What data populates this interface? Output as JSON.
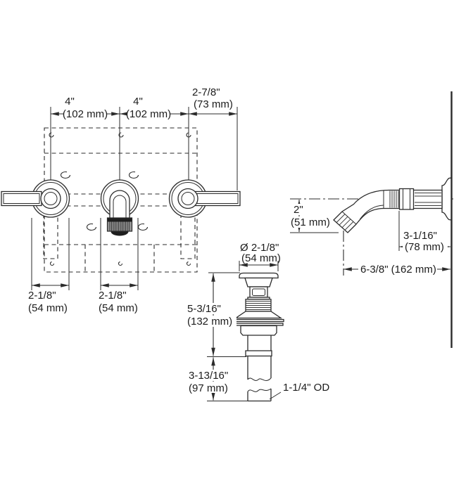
{
  "drawing": {
    "front_view": {
      "dim_spacing_left": {
        "in": "4\"",
        "mm": "(102 mm)"
      },
      "dim_spacing_right": {
        "in": "4\"",
        "mm": "(102 mm)"
      },
      "dim_handle_reach": {
        "in": "2-7/8\"",
        "mm": "(73 mm)"
      },
      "dim_escutcheon_left": {
        "in": "2-1/8\"",
        "mm": "(54 mm)"
      },
      "dim_escutcheon_center": {
        "in": "2-1/8\"",
        "mm": "(54 mm)"
      }
    },
    "side_view": {
      "dim_spout_drop": {
        "in": "2\"",
        "mm": "(51 mm)"
      },
      "dim_wall_to_joint": {
        "in": "3-1/16\"",
        "mm": "(78 mm)"
      },
      "dim_spout_reach": {
        "combined": "6-3/8\" (162 mm)"
      }
    },
    "drain_view": {
      "dim_flange_diameter": {
        "in": "Ø 2-1/8\"",
        "mm": "(54 mm)"
      },
      "dim_body_height": {
        "in": "5-3/16\"",
        "mm": "(132 mm)"
      },
      "dim_tailpiece": {
        "in": "3-13/16\"",
        "mm": "(97 mm)"
      },
      "label_tail_od": "1-1/4\" OD"
    },
    "colors": {
      "line": "#2b2b2b",
      "text": "#1c1c1c",
      "dark_fill": "#1e1e1e",
      "mid_fill": "#949494"
    }
  }
}
